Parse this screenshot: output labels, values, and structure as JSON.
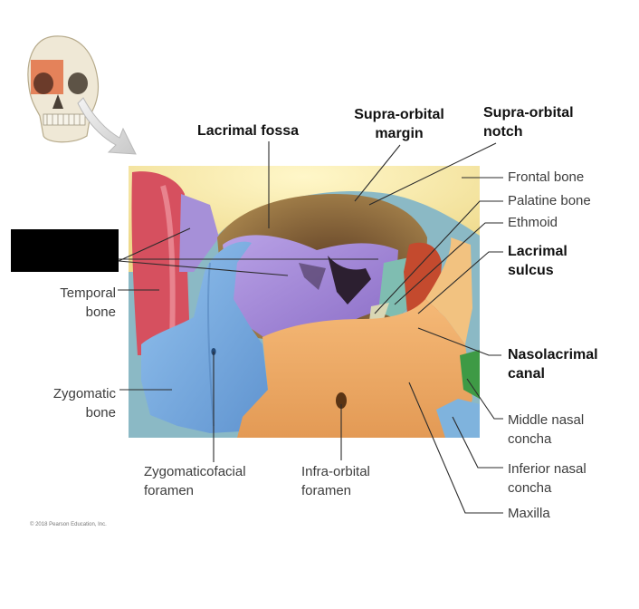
{
  "labels": {
    "lacrimal_fossa": "Lacrimal fossa",
    "supra_orbital_margin": [
      "Supra-orbital",
      "margin"
    ],
    "supra_orbital_notch": [
      "Supra-orbital",
      "notch"
    ],
    "frontal_bone": "Frontal bone",
    "palatine_bone": "Palatine bone",
    "ethmoid": "Ethmoid",
    "lacrimal_sulcus": [
      "Lacrimal",
      "sulcus"
    ],
    "temporal_bone": [
      "Temporal",
      "bone"
    ],
    "nasolacrimal_canal": [
      "Nasolacrimal",
      "canal"
    ],
    "zygomatic_bone": [
      "Zygomatic",
      "bone"
    ],
    "middle_nasal_concha": [
      "Middle nasal",
      "concha"
    ],
    "inferior_nasal_concha": [
      "Inferior nasal",
      "concha"
    ],
    "zygomaticofacial_foramen": [
      "Zygomaticofacial",
      "foramen"
    ],
    "infra_orbital_foramen": [
      "Infra-orbital",
      "foramen"
    ],
    "maxilla": "Maxilla"
  },
  "copyright": "© 2018 Pearson Education, Inc.",
  "colors": {
    "frontal": "#f6e99a",
    "sphenoid": "#a58ad6",
    "zygomatic": "#7fb2e3",
    "temporal": "#d9505e",
    "maxilla": "#f0ab6a",
    "lacrimal": "#c64a2c",
    "ethmoid": "#7fbdb1",
    "palatine": "#d6d6b8",
    "concha_middle": "#3e9a45",
    "redaction": "#000000"
  }
}
